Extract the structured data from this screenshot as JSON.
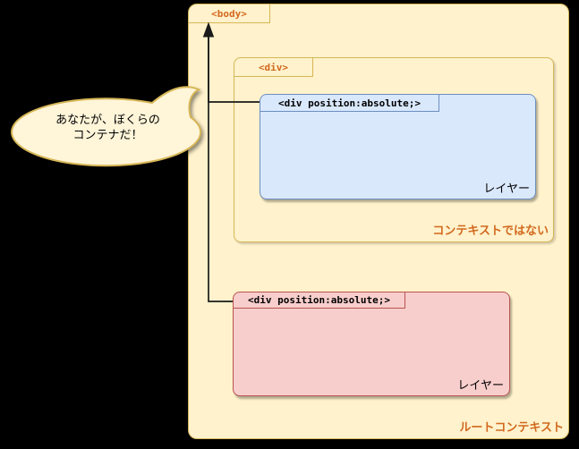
{
  "colors": {
    "background": "#000000",
    "container_fill": "#FFF2CC",
    "container_border": "#D6B656",
    "layer_blue_fill": "#DAE8FC",
    "layer_blue_border": "#6C8EBF",
    "layer_pink_fill": "#F8CECC",
    "layer_pink_border": "#B85450",
    "bubble_fill": "#FFF5D9",
    "accent_text": "#D2691E",
    "connector": "#1A1A1A"
  },
  "root_context": {
    "tab_label": "<body>",
    "label": "ルートコンテキスト"
  },
  "non_context": {
    "tab_label": "<div>",
    "label": "コンテキストではない"
  },
  "absolute_layer_blue": {
    "tab_label": "<div position:absolute;>",
    "label": "レイヤー"
  },
  "absolute_layer_pink": {
    "tab_label": "<div position:absolute;>",
    "label": "レイヤー"
  },
  "speech_bubble": {
    "line1": "あなたが、ぼくらの",
    "line2": "コンテナだ！"
  }
}
